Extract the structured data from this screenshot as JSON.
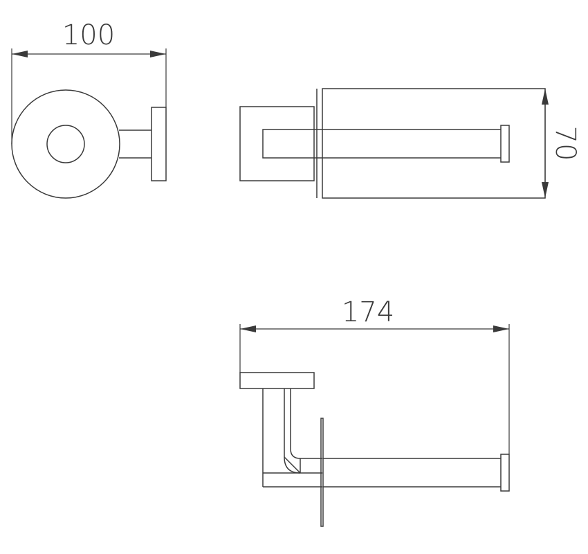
{
  "dimensions": {
    "width_top": "100",
    "height_side": "70",
    "width_bottom": "174"
  }
}
